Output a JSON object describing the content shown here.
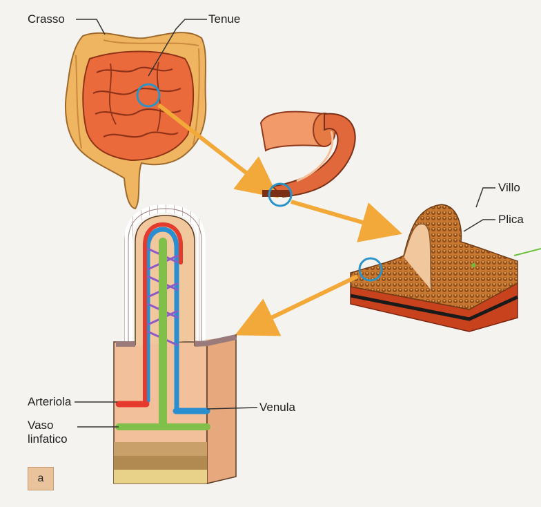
{
  "labels": {
    "crasso": "Crasso",
    "tenue": "Tenue",
    "villo": "Villo",
    "plica": "Plica",
    "arteriola": "Arteriola",
    "venula": "Venula",
    "vaso_linfatico": "Vaso\nlinfatico"
  },
  "panel_badge": "a",
  "colors": {
    "arrow": "#f2a93a",
    "highlight_circle": "#2a93c9",
    "intestine": "#ea6a3c",
    "colon": "#f0b560",
    "arteriole": "#e53a2e",
    "venule": "#2a8fd0",
    "lymph": "#7fbf4a",
    "villus_body": "#f1c79e"
  }
}
